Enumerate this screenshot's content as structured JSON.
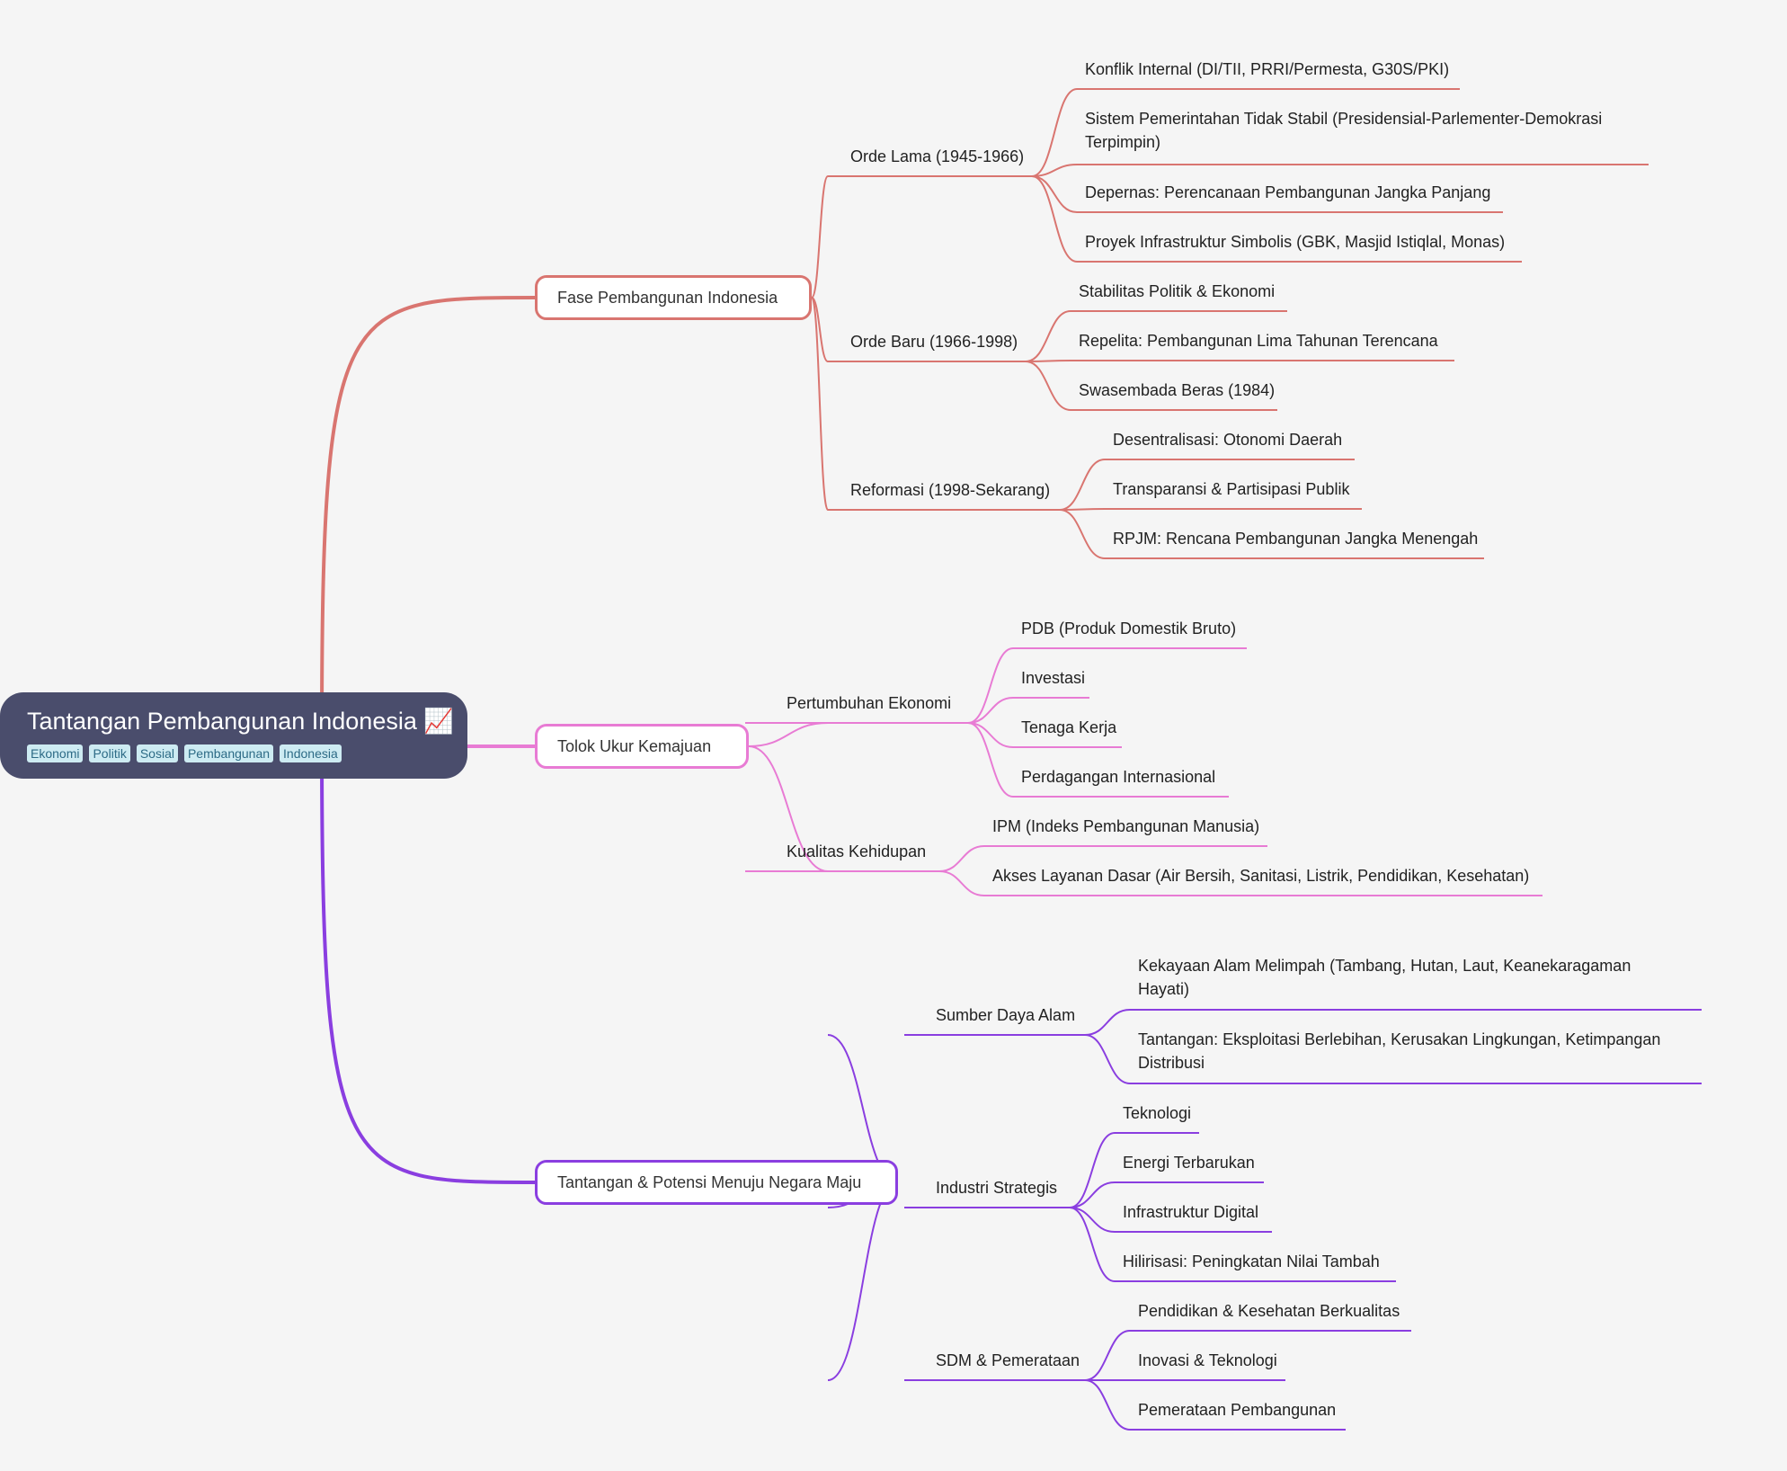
{
  "root": {
    "title": "Tantangan Pembangunan Indonesia",
    "icon": "chart-increasing-icon",
    "icon_glyph": "📈",
    "tags": [
      "Ekonomi",
      "Politik",
      "Sosial",
      "Pembangunan",
      "Indonesia"
    ]
  },
  "colors": {
    "root_bg": "#4a4d6c",
    "branch_fase": "#d97570",
    "branch_tolok": "#e87bd4",
    "branch_tantangan": "#8a3ee0"
  },
  "branches": [
    {
      "label": "Fase Pembangunan Indonesia",
      "children": [
        {
          "label": "Orde Lama (1945-1966)",
          "children": [
            "Konflik Internal (DI/TII, PRRI/Permesta, G30S/PKI)",
            "Sistem Pemerintahan Tidak Stabil (Presidensial-Parlementer-Demokrasi Terpimpin)",
            "Depernas: Perencanaan Pembangunan Jangka Panjang",
            "Proyek Infrastruktur Simbolis (GBK, Masjid Istiqlal, Monas)"
          ]
        },
        {
          "label": "Orde Baru (1966-1998)",
          "children": [
            "Stabilitas Politik & Ekonomi",
            "Repelita: Pembangunan Lima Tahunan Terencana",
            "Swasembada Beras (1984)"
          ]
        },
        {
          "label": "Reformasi (1998-Sekarang)",
          "children": [
            "Desentralisasi: Otonomi Daerah",
            "Transparansi & Partisipasi Publik",
            "RPJM: Rencana Pembangunan Jangka Menengah"
          ]
        }
      ]
    },
    {
      "label": "Tolok Ukur Kemajuan",
      "children": [
        {
          "label": "Pertumbuhan Ekonomi",
          "children": [
            "PDB (Produk Domestik Bruto)",
            "Investasi",
            "Tenaga Kerja",
            "Perdagangan Internasional"
          ]
        },
        {
          "label": "Kualitas Kehidupan",
          "children": [
            "IPM (Indeks Pembangunan Manusia)",
            "Akses Layanan Dasar (Air Bersih, Sanitasi, Listrik, Pendidikan, Kesehatan)"
          ]
        }
      ]
    },
    {
      "label": "Tantangan & Potensi Menuju Negara Maju",
      "children": [
        {
          "label": "Sumber Daya Alam",
          "children": [
            "Kekayaan Alam Melimpah (Tambang, Hutan, Laut, Keanekaragaman Hayati)",
            "Tantangan: Eksploitasi Berlebihan, Kerusakan Lingkungan, Ketimpangan Distribusi"
          ]
        },
        {
          "label": "Industri Strategis",
          "children": [
            "Teknologi",
            "Energi Terbarukan",
            "Infrastruktur Digital",
            "Hilirisasi: Peningkatan Nilai Tambah"
          ]
        },
        {
          "label": "SDM & Pemerataan",
          "children": [
            "Pendidikan & Kesehatan Berkualitas",
            "Inovasi & Teknologi",
            "Pemerataan Pembangunan"
          ]
        }
      ]
    }
  ]
}
